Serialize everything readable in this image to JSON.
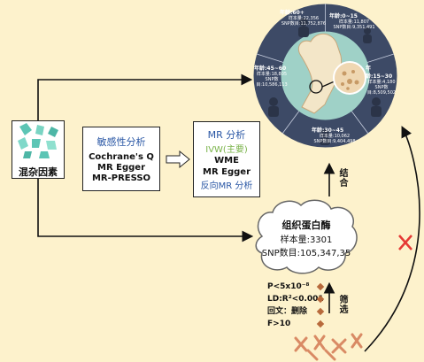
{
  "confounders": {
    "label": "混杂因素"
  },
  "sensitivity": {
    "title": "敏感性分析",
    "lines": [
      "Cochrane's Q",
      "MR Egger",
      "MR-PRESSO"
    ]
  },
  "mr": {
    "title": "MR 分析",
    "ivw": "IVW(主要)",
    "wme": "WME",
    "egger": "MR Egger",
    "reverse": "反向MR 分析"
  },
  "tissue": {
    "title": "组织蛋白酶",
    "samples": "样本量:3301",
    "snps": "SNP数目:105,347,35"
  },
  "filters": {
    "p": "P<5x10⁻⁸",
    "ld": "LD:R²<0.001",
    "palindrome": "回文：删除",
    "f": "F>10",
    "label": "筛选"
  },
  "combine_label": "结合",
  "segments": [
    {
      "age": "年龄:60+",
      "sample": "样本量:22,356",
      "snp": "SNP数目:11,752,876"
    },
    {
      "age": "年龄:0~15",
      "sample": "样本量:11,807",
      "snp": "SNP数目:9,351,491"
    },
    {
      "age": "年龄:15~30",
      "sample": "样本量:4,180",
      "snp": "SNP数目:8,509,502"
    },
    {
      "age": "年龄:30~45",
      "sample": "样本量:10,062",
      "snp": "SNP数目:9,404,498"
    },
    {
      "age": "年龄:45~60",
      "sample": "样本量:18,805",
      "snp": "SNP数目:10,586,113"
    }
  ],
  "colors": {
    "background": "#fdf2cc",
    "circle": "#3d4a66",
    "inner": "#9fd1c7",
    "blue_text": "#2a57a5",
    "red_x": "#e53935"
  }
}
